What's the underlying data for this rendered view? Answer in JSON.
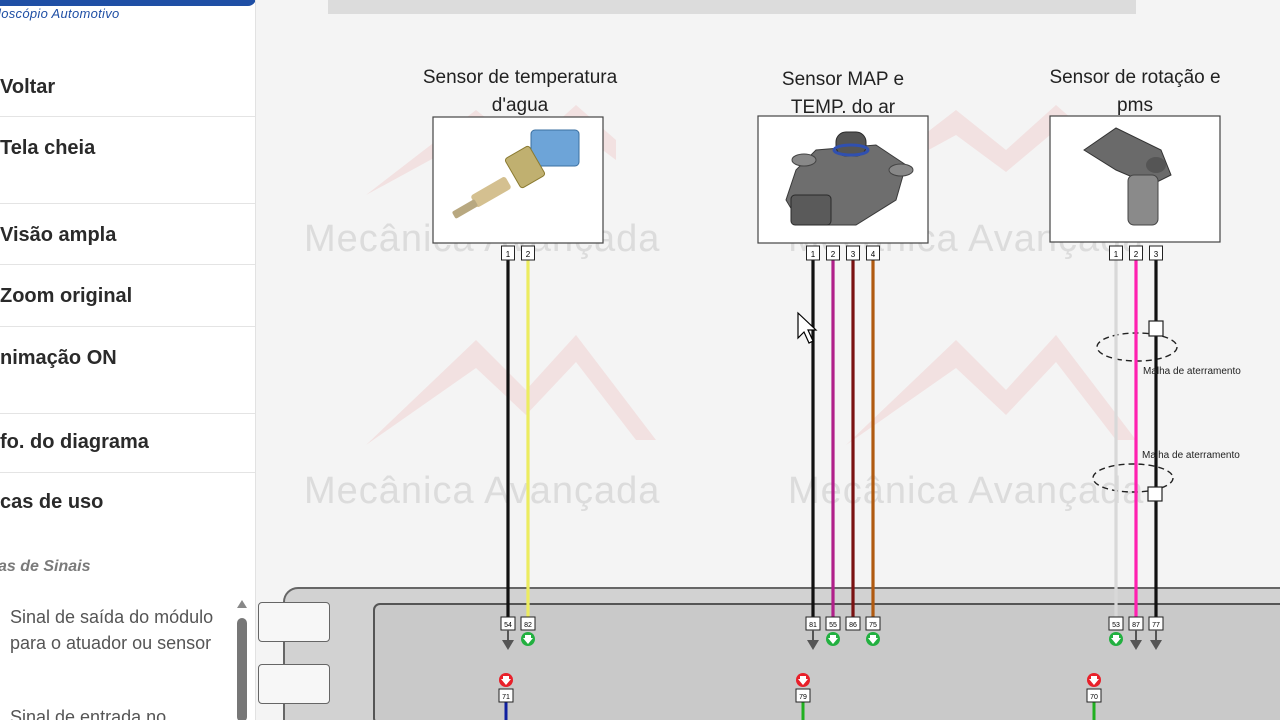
{
  "logo": {
    "subtitle": "loscópio Automotivo"
  },
  "menu": {
    "items": [
      {
        "label": "Voltar"
      },
      {
        "label": "Tela cheia"
      },
      {
        "label": "Visão ampla"
      },
      {
        "label": "Zoom original"
      },
      {
        "label": "nimação ON"
      },
      {
        "label": "fo. do diagrama"
      },
      {
        "label": "cas de uso"
      }
    ]
  },
  "legend": {
    "title": "as de Sinais",
    "items": [
      {
        "label": "Sinal de saída do módulo para o atuador ou sensor"
      },
      {
        "label": "Sinal de entrada no"
      }
    ]
  },
  "watermark": {
    "text": "Mecânica Avançada"
  },
  "sensors": [
    {
      "title": "Sensor de temperatura d'agua",
      "pins": [
        "1",
        "2"
      ],
      "wire_colors": [
        "#111111",
        "#ecec60"
      ],
      "ecu_pins": [
        "54",
        "82"
      ]
    },
    {
      "title": "Sensor MAP e TEMP. do ar",
      "pins": [
        "1",
        "2",
        "3",
        "4"
      ],
      "wire_colors": [
        "#111111",
        "#b0208a",
        "#7a1212",
        "#b05a10"
      ],
      "ecu_pins": [
        "81",
        "55",
        "86",
        "75"
      ]
    },
    {
      "title": "Sensor de rotação e pms",
      "pins": [
        "1",
        "2",
        "3"
      ],
      "wire_colors": [
        "#d8d8d8",
        "#ff20b0",
        "#111111"
      ],
      "ecu_pins": [
        "53",
        "87",
        "77"
      ]
    }
  ],
  "shield_labels": {
    "upper": "Malha de aterramento",
    "lower": "Malha de aterramento"
  },
  "lower_pins": [
    "71",
    "79",
    "70"
  ],
  "colors": {
    "output_arrow": "#e8202a",
    "input_arrow": "#22b040",
    "ground_arrow": "#555555",
    "ecu_fill": "#d4d4d4",
    "ecu_inner": "#c9c9c9"
  }
}
